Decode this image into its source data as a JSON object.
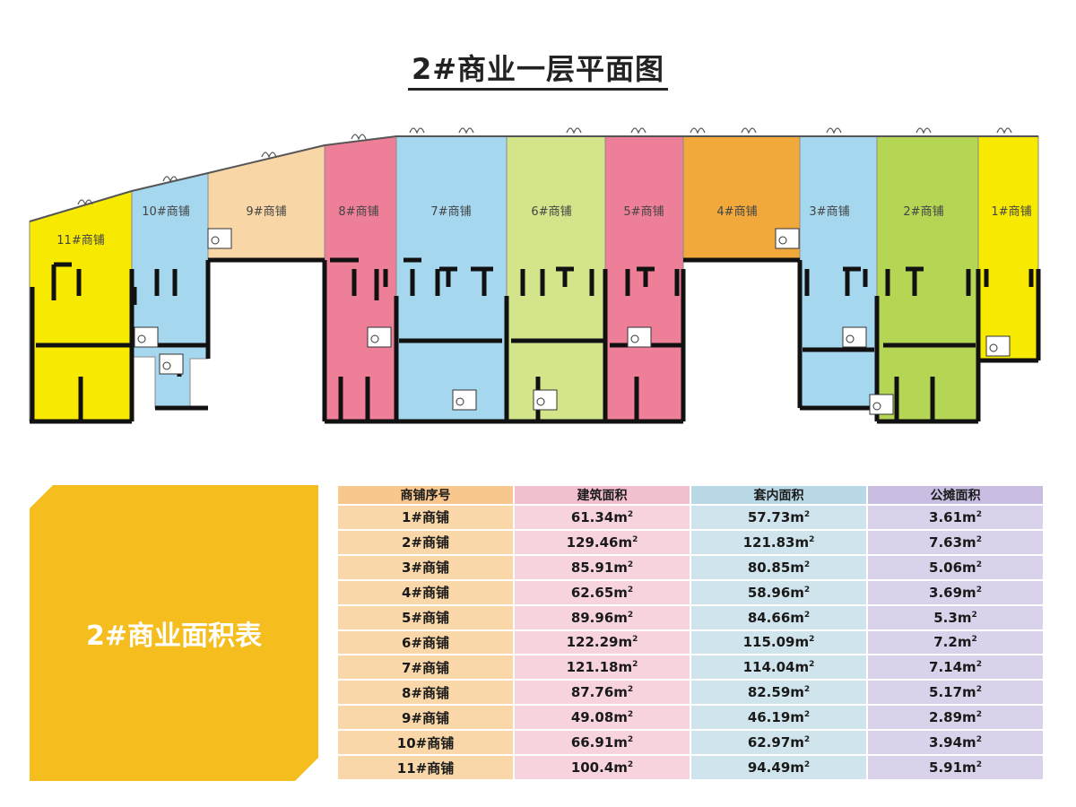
{
  "title": "2#商业一层平面图",
  "badge_label": "2#商业面积表",
  "colors": {
    "yellow": "#f7ea00",
    "blue": "#a5d8ef",
    "peach": "#f9d6a6",
    "pink": "#ee7f98",
    "green": "#d3e58a",
    "orange": "#f1a93c",
    "lime": "#b5d555",
    "badge": "#f6bd1e"
  },
  "shops": [
    {
      "label": "1#商铺",
      "color": "yellow"
    },
    {
      "label": "2#商铺",
      "color": "lime"
    },
    {
      "label": "3#商铺",
      "color": "blue"
    },
    {
      "label": "4#商铺",
      "color": "orange"
    },
    {
      "label": "5#商铺",
      "color": "pink"
    },
    {
      "label": "6#商铺",
      "color": "green"
    },
    {
      "label": "7#商铺",
      "color": "blue"
    },
    {
      "label": "8#商铺",
      "color": "pink"
    },
    {
      "label": "9#商铺",
      "color": "peach"
    },
    {
      "label": "10#商铺",
      "color": "blue"
    },
    {
      "label": "11#商铺",
      "color": "yellow"
    }
  ],
  "table": {
    "headers": [
      "商铺序号",
      "建筑面积",
      "套内面积",
      "公摊面积"
    ],
    "unit": "m",
    "unit_sup": "2",
    "rows": [
      {
        "name": "1#商铺",
        "build": "61.34",
        "inner": "57.73",
        "shared": "3.61"
      },
      {
        "name": "2#商铺",
        "build": "129.46",
        "inner": "121.83",
        "shared": "7.63"
      },
      {
        "name": "3#商铺",
        "build": "85.91",
        "inner": "80.85",
        "shared": "5.06"
      },
      {
        "name": "4#商铺",
        "build": "62.65",
        "inner": "58.96",
        "shared": "3.69"
      },
      {
        "name": "5#商铺",
        "build": "89.96",
        "inner": "84.66",
        "shared": "5.3"
      },
      {
        "name": "6#商铺",
        "build": "122.29",
        "inner": "115.09",
        "shared": "7.2"
      },
      {
        "name": "7#商铺",
        "build": "121.18",
        "inner": "114.04",
        "shared": "7.14"
      },
      {
        "name": "8#商铺",
        "build": "87.76",
        "inner": "82.59",
        "shared": "5.17"
      },
      {
        "name": "9#商铺",
        "build": "49.08",
        "inner": "46.19",
        "shared": "2.89"
      },
      {
        "name": "10#商铺",
        "build": "66.91",
        "inner": "62.97",
        "shared": "3.94"
      },
      {
        "name": "11#商铺",
        "build": "100.4",
        "inner": "94.49",
        "shared": "5.91"
      }
    ]
  }
}
